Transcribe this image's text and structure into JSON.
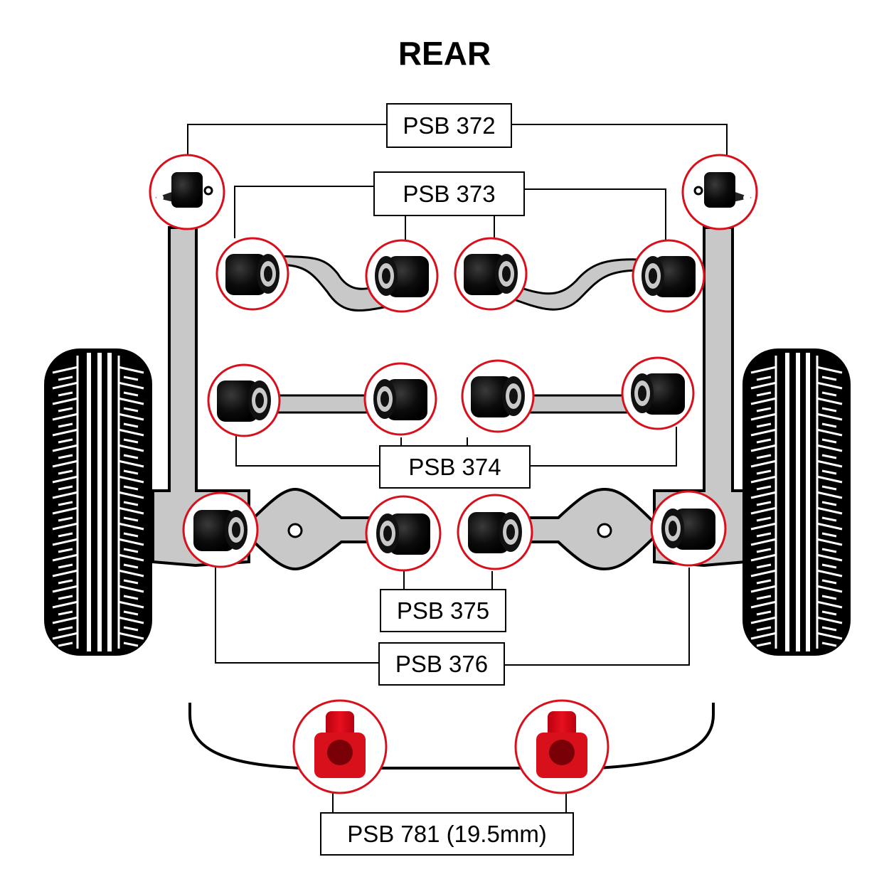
{
  "title": "REAR",
  "colors": {
    "frame": "#c8c8c8",
    "outline": "#000000",
    "highlight_ring": "#d8101c",
    "bushing": "#0c0c0c",
    "bushing_insert": "#c9c9c9",
    "antiroll_bushing": "#d8101c",
    "tyre": "#000000",
    "tread": "#ffffff"
  },
  "parts": [
    {
      "id": "psb372",
      "label": "PSB 372",
      "bushing_count": 2,
      "location": "upper mounts (top of trailing arms)"
    },
    {
      "id": "psb373",
      "label": "PSB 373",
      "bushing_count": 4,
      "location": "upper curved links"
    },
    {
      "id": "psb374",
      "label": "PSB 374",
      "bushing_count": 4,
      "location": "middle straight links"
    },
    {
      "id": "psb375",
      "label": "PSB 375",
      "bushing_count": 2,
      "location": "lower arms, inner"
    },
    {
      "id": "psb376",
      "label": "PSB 376",
      "bushing_count": 2,
      "location": "lower arms, outer"
    },
    {
      "id": "psb781",
      "label": "PSB 781 (19.5mm)",
      "bushing_count": 2,
      "location": "anti-roll bar",
      "color": "red"
    }
  ]
}
